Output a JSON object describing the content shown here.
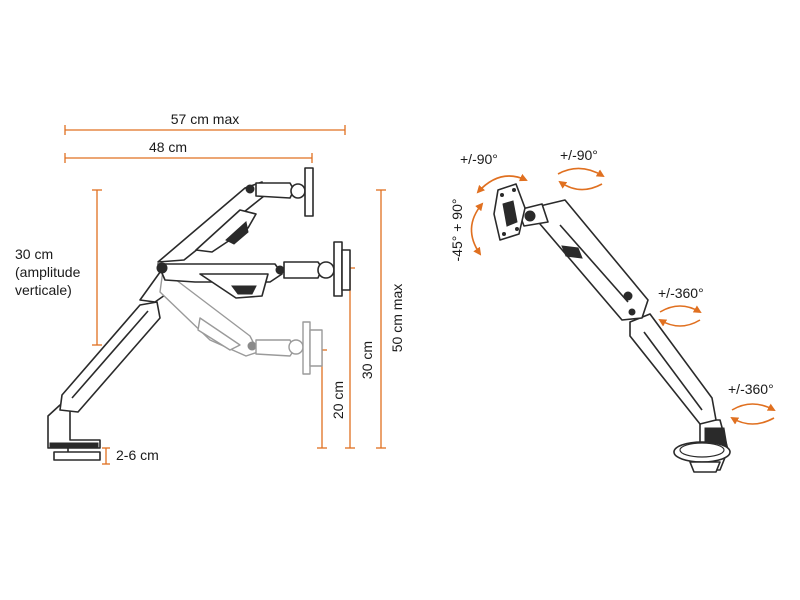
{
  "colors": {
    "accent": "#e07020",
    "line": "#2a2a2a",
    "ghost": "#9a9a9a"
  },
  "side_view": {
    "reach_max": "57 cm max",
    "reach": "48 cm",
    "vertical_range": [
      "30 cm",
      "(amplitude",
      "verticale)"
    ],
    "clamp_thickness": "2-6 cm",
    "min_height": "20 cm",
    "mid_height": "30 cm",
    "max_height": "50 cm max"
  },
  "rotation_view": {
    "tilt": "+/-90°",
    "swivel": "+/-90°",
    "rotation_screen": "-45° + 90°",
    "rotation_joint": "+/-360°",
    "rotation_base": "+/-360°"
  }
}
